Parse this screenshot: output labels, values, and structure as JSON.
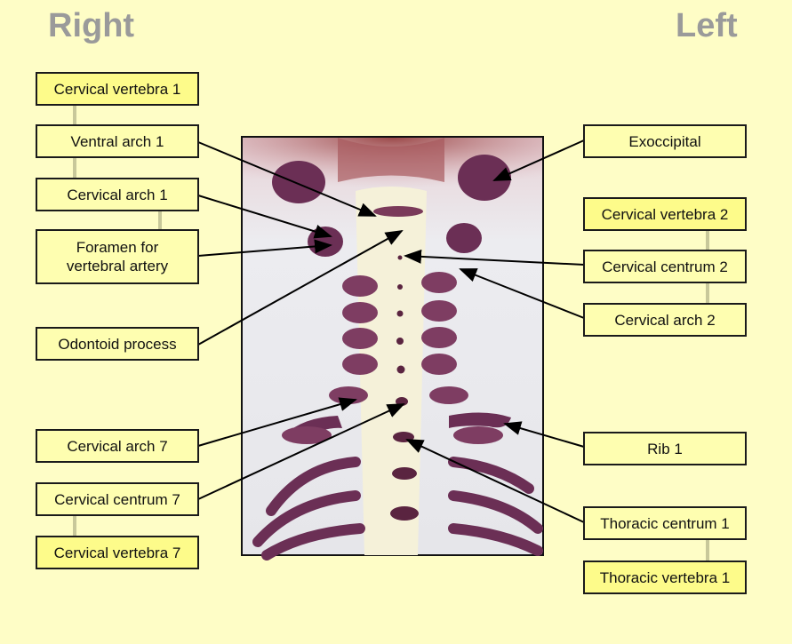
{
  "headings": {
    "right": "Right",
    "left": "Left"
  },
  "labels": {
    "cervical_vertebra_1": "Cervical vertebra 1",
    "ventral_arch_1": "Ventral arch 1",
    "cervical_arch_1": "Cervical arch 1",
    "foramen": "Foramen for\nvertebral artery",
    "odontoid_process": "Odontoid process",
    "cervical_arch_7": "Cervical arch 7",
    "cervical_centrum_7": "Cervical centrum 7",
    "cervical_vertebra_7": "Cervical vertebra 7",
    "exoccipital": "Exoccipital",
    "cervical_vertebra_2": "Cervical vertebra 2",
    "cervical_centrum_2": "Cervical centrum 2",
    "cervical_arch_2": "Cervical arch 2",
    "rib_1": "Rib 1",
    "thoracic_centrum_1": "Thoracic centrum 1",
    "thoracic_vertebra_1": "Thoracic vertebra 1"
  },
  "colors": {
    "background": "#fefdc6",
    "label_fill": "#fefeb0",
    "highlight_fill": "#fdfb8a",
    "bone": "#7a3a5a",
    "cartilage": "#f4f0d8",
    "connector": "#c8c89a"
  }
}
